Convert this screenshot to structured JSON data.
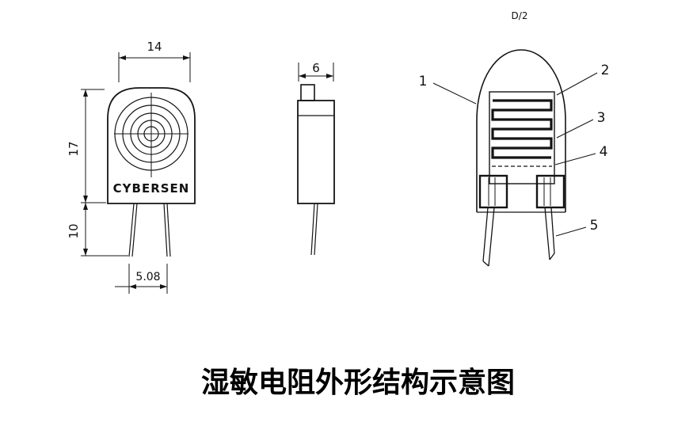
{
  "title": "湿敏电阻外形结构示意图",
  "front_view": {
    "brand_label": "CYBERSEN",
    "dim_width": "14",
    "dim_height": "17",
    "dim_lead_length": "10",
    "dim_lead_pitch": "5.08"
  },
  "side_view": {
    "dim_thickness": "6"
  },
  "structure_view": {
    "apex_label": "D/2",
    "callout_1": "1",
    "callout_2": "2",
    "callout_3": "3",
    "callout_4": "4",
    "callout_5": "5"
  }
}
